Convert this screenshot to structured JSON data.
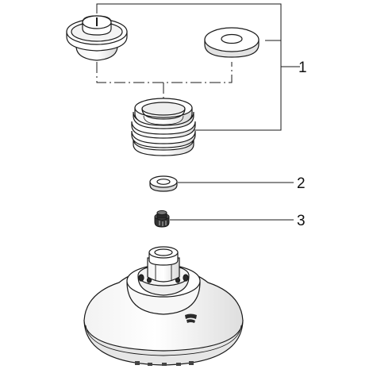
{
  "callouts": {
    "one": "1",
    "two": "2",
    "three": "3"
  },
  "colors": {
    "stroke": "#1a1a1a",
    "fill": "#ffffff",
    "shadow": "#d9d9d9",
    "dark": "#2a2a2a"
  }
}
